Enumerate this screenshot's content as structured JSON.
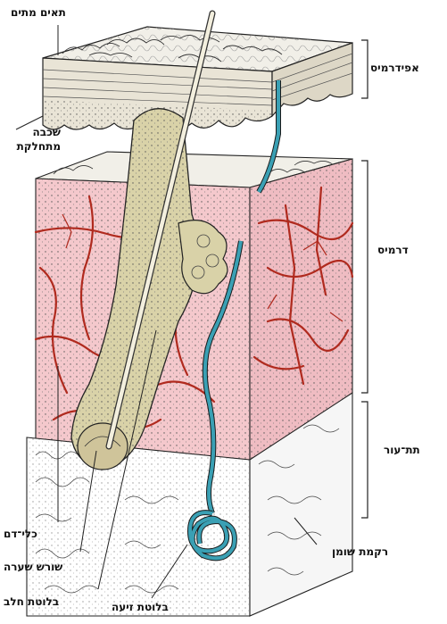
{
  "labels": {
    "cells": "תאים מתים",
    "divide_layer": "שכבה\nמתחלקת",
    "epidermis": "אפידרמיס",
    "dermis": "דרמיס",
    "subcutis": "תת־עור",
    "fat": "רקמת שומן",
    "vessels": "כלי־דם",
    "root": "שורש שערה",
    "sebaceous": "בלוטת חלב",
    "sweat": "בלוטת זיעה"
  },
  "colors": {
    "dermis": "#f4c8cc",
    "vessel": "#b02a1e",
    "sweat_duct": "#3aa0b4",
    "epidermis": "#e9e4d6",
    "fat": "#ffffff",
    "outline": "#1a1a1a"
  }
}
